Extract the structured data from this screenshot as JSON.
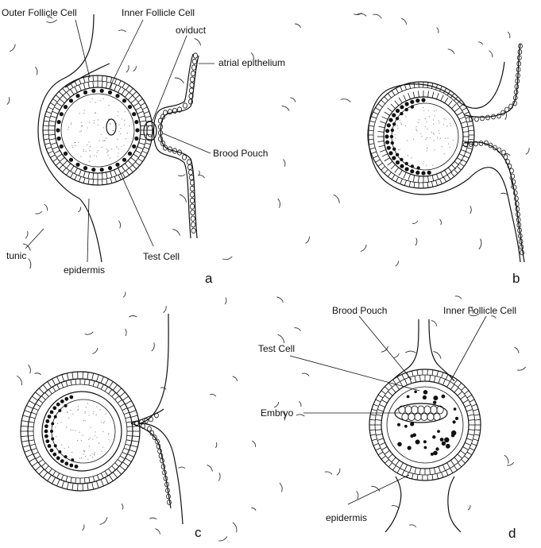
{
  "labels": {
    "outer_follicle_cell": "Outer Follicle Cell",
    "inner_follicle_cell_a": "Inner Follicle Cell",
    "oviduct": "oviduct",
    "atrial_epithelium": "atrial epithelium",
    "brood_pouch_a": "Brood Pouch",
    "tunic": "tunic",
    "epidermis_a": "epidermis",
    "test_cell_a": "Test Cell",
    "brood_pouch_d": "Brood Pouch",
    "inner_follicle_cell_d": "Inner Follicle Cell",
    "test_cell_d": "Test Cell",
    "embryo": "Embryo",
    "epidermis_d": "epidermis"
  },
  "panels": [
    "a",
    "b",
    "c",
    "d"
  ],
  "colors": {
    "ink": "#111111",
    "background": "#ffffff"
  }
}
